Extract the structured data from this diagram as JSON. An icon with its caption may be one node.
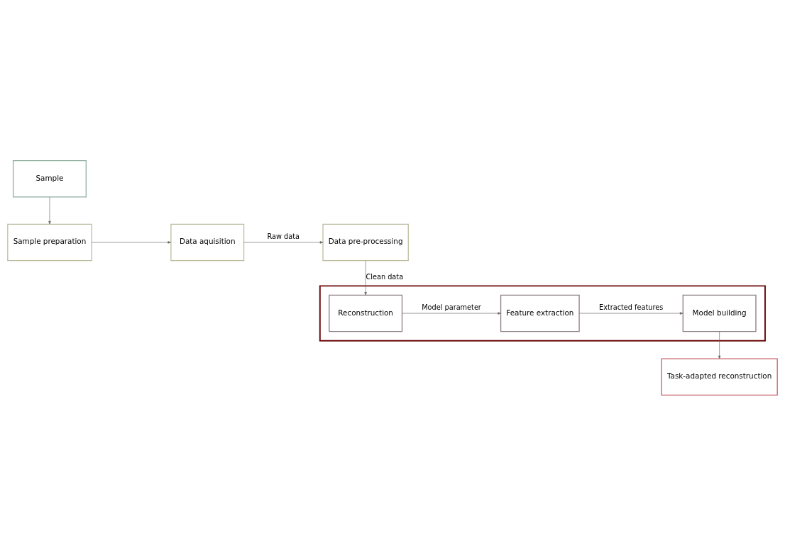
{
  "diagram": {
    "nodes": [
      {
        "text": [
          "Sample"
        ]
      },
      {
        "text": [
          "Sample preparation"
        ]
      },
      {
        "text": [
          "Data aquisition"
        ]
      },
      {
        "text": [
          "Data pre-processing"
        ]
      },
      {
        "text": [],
        "shape": "box"
      },
      {
        "text": [
          "Reconstruction"
        ],
        "in": 4
      },
      {
        "text": [
          "Feature extraction"
        ],
        "in": 4
      },
      {
        "text": [
          "Model building"
        ],
        "in": 4
      },
      {
        "text": [
          "Task-adapted reconstruction"
        ]
      }
    ],
    "edges": [
      {
        "from": 0,
        "to": 1,
        "arrow": "to"
      },
      {
        "from": 1,
        "to": 2,
        "arrow": "to"
      },
      {
        "from": 2,
        "to": 3,
        "arrow": "to",
        "label": "Raw data"
      },
      {
        "from": 3,
        "to": 5,
        "arrow": "to",
        "label": "Clean data"
      },
      {
        "from": 5,
        "to": 6,
        "arrow": "to",
        "label": "Model parameter"
      },
      {
        "from": 6,
        "to": 7,
        "arrow": "to",
        "label": "Extracted features"
      },
      {
        "from": 7,
        "to": 8,
        "arrow": "to"
      }
    ]
  }
}
